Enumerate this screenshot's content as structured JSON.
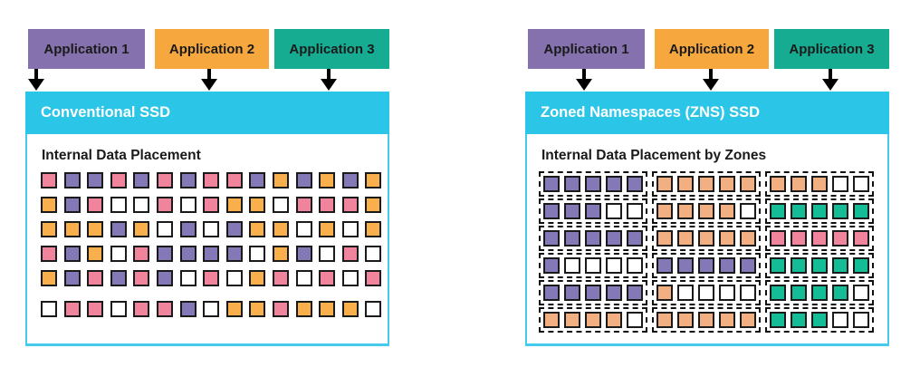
{
  "palette": {
    "P": "#8478B6",
    "K": "#F0849D",
    "O": "#F9B04C",
    "S": "#F2AF82",
    "T": "#14BD96",
    "W": "#FFFFFF"
  },
  "colors": {
    "app_purple": "#8471AE",
    "app_orange": "#F6A83F",
    "app_teal": "#16AC92",
    "header_cyan": "#2BC5E8",
    "panel_border_cyan": "#45CBEB",
    "block_border": "#1A1A1A",
    "zone_border": "#111111",
    "arrow_black": "#000000"
  },
  "apps": [
    {
      "label": "Application 1"
    },
    {
      "label": "Application 2"
    },
    {
      "label": "Application 3"
    }
  ],
  "left_panel": {
    "title": "Conventional SSD",
    "subtitle": "Internal Data Placement",
    "grid_rows": [
      "KPPKPKPKKPOPOPO",
      "OPKWWKWKOOWKKKO",
      "OOOPOWPWPOOWOWO",
      "KPOWKPPPPWOPWKW",
      "OPKPKPWKWOKWKWK",
      "WKKWKKPWOOKOOOW"
    ]
  },
  "right_panel": {
    "title": "Zoned Namespaces (ZNS) SSD",
    "subtitle": "Internal Data Placement by Zones",
    "zone_rows": [
      [
        "PPPPP",
        "SSSSS",
        "SSSWW"
      ],
      [
        "PPPWW",
        "SSSSW",
        "TTTTT"
      ],
      [
        "PPPPP",
        "SSSSS",
        "KKKKK"
      ],
      [
        "PWWWW",
        "PPPPP",
        "TTTTT"
      ],
      [
        "PPPPP",
        "SWWWW",
        "TTTTW"
      ],
      [
        "SSSSW",
        "SSSSS",
        "TTTWW"
      ]
    ]
  }
}
